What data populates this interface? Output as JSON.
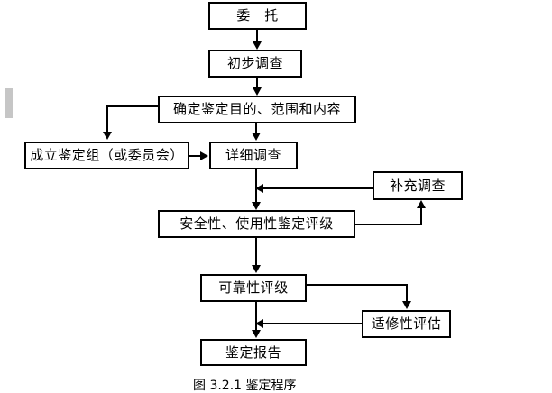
{
  "figure": {
    "caption": "图 3.2.1   鉴定程序",
    "background_color": "#ffffff",
    "line_color": "#000000",
    "text_color": "#000000",
    "margin_mark_color": "#c6c6c6"
  },
  "nodes": {
    "entrust": "委　托",
    "preliminary_survey": "初步调查",
    "determine_scope": "确定鉴定目的、范围和内容",
    "form_group": "成立鉴定组（或委员会）",
    "detailed_survey": "详细调查",
    "supplementary_survey": "补充调查",
    "safety_usability_rating": "安全性、使用性鉴定评级",
    "reliability_rating": "可靠性评级",
    "repairability_assessment": "适修性评估",
    "appraisal_report": "鉴定报告"
  }
}
